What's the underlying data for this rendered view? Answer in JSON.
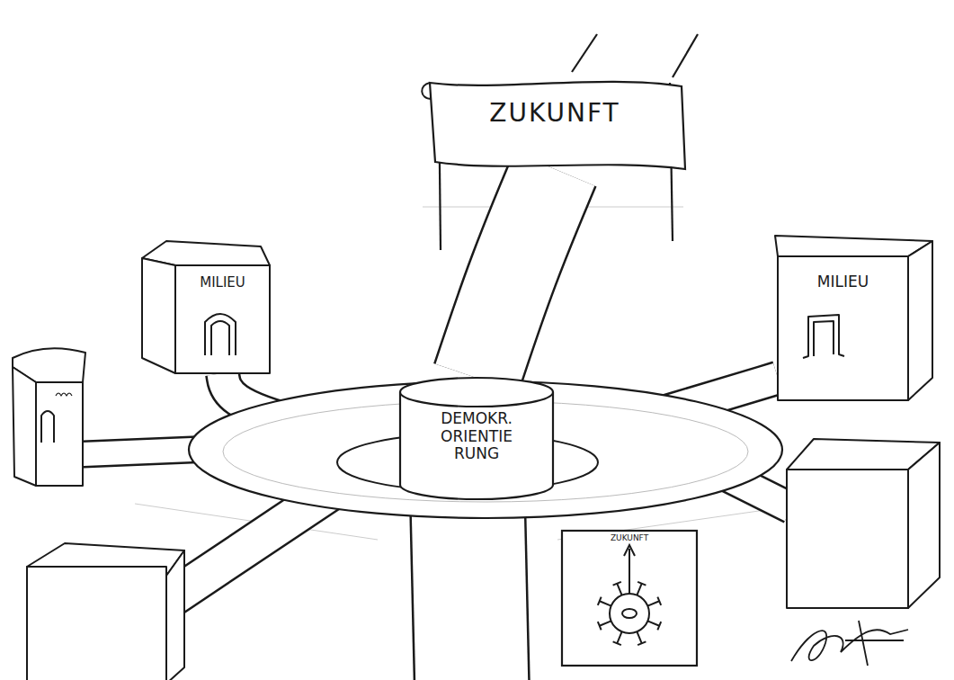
{
  "diagram": {
    "nodes": [
      {
        "text": [
          "ZUKUNFT"
        ]
      },
      {
        "text": [
          "MILIEU"
        ]
      },
      {
        "text": [
          "MILIEU"
        ]
      },
      {
        "text": [
          "DEMOKR. ORIENTIE RUNG"
        ]
      },
      {
        "text": [
          "ZUKUNFT"
        ]
      }
    ],
    "edges": [
      {
        "from": 1,
        "to": 3,
        "arrow": "none"
      },
      {
        "from": 2,
        "to": 3,
        "arrow": "none"
      },
      {
        "from": 3,
        "to": 0,
        "arrow": "none"
      }
    ]
  }
}
